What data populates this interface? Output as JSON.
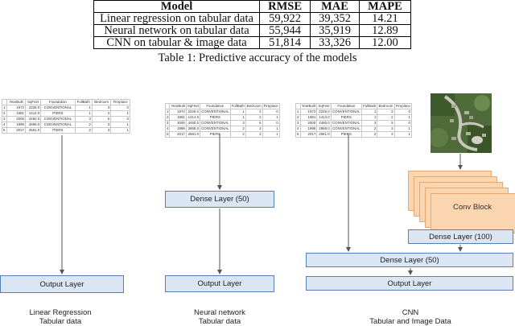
{
  "results_table": {
    "headers": [
      "Model",
      "RMSE",
      "MAE",
      "MAPE"
    ],
    "rows": [
      {
        "model": "Linear regression on tabular data",
        "rmse": "59,922",
        "mae": "39,352",
        "mape": "14.21"
      },
      {
        "model": "Neural network on tabular data",
        "rmse": "55,944",
        "mae": "35,919",
        "mape": "12.89"
      },
      {
        "model": "CNN on tabular & image data",
        "rmse": "51,814",
        "mae": "33,326",
        "mape": "12.00"
      }
    ],
    "caption": "Table 1:  Predictive accuracy of the models"
  },
  "mini_table": {
    "headers": [
      "",
      "YearBuilt",
      "SqFeet",
      "Foundation",
      "FullBath",
      "Bedroom",
      "Fireplace"
    ],
    "rows": [
      [
        "1",
        "1972",
        "2226.0",
        "CONVENTIONAL",
        "1",
        "3",
        "0"
      ],
      [
        "2",
        "1981",
        "1414.0",
        "PIERS",
        "1",
        "2",
        "1"
      ],
      [
        "3",
        "2000",
        "4460.0",
        "CONVENTIONAL",
        "3",
        "5",
        "0"
      ],
      [
        "4",
        "1998",
        "2868.0",
        "CONVENTIONAL",
        "2",
        "3",
        "1"
      ],
      [
        "5",
        "2017",
        "2681.0",
        "PIERS",
        "2",
        "3",
        "1"
      ]
    ]
  },
  "diagrams": {
    "linear": {
      "output_layer": "Output Layer",
      "caption_line1": "Linear Regression",
      "caption_line2": "Tabular data"
    },
    "neural": {
      "dense_layer": "Dense Layer (50)",
      "output_layer": "Output Layer",
      "caption_line1": "Neural network",
      "caption_line2": "Tabular data"
    },
    "cnn": {
      "conv_block": "Conv Block",
      "dense_layer_100": "Dense Layer (100)",
      "dense_layer_50": "Dense Layer (50)",
      "output_layer": "Output Layer",
      "caption_line1": "CNN",
      "caption_line2": "Tabular and Image Data"
    }
  },
  "colors": {
    "layer_fill": "#dbe6f4",
    "layer_border": "#5a7fb4",
    "conv_fill": "#fbd4b0",
    "arrow": "#555555"
  }
}
